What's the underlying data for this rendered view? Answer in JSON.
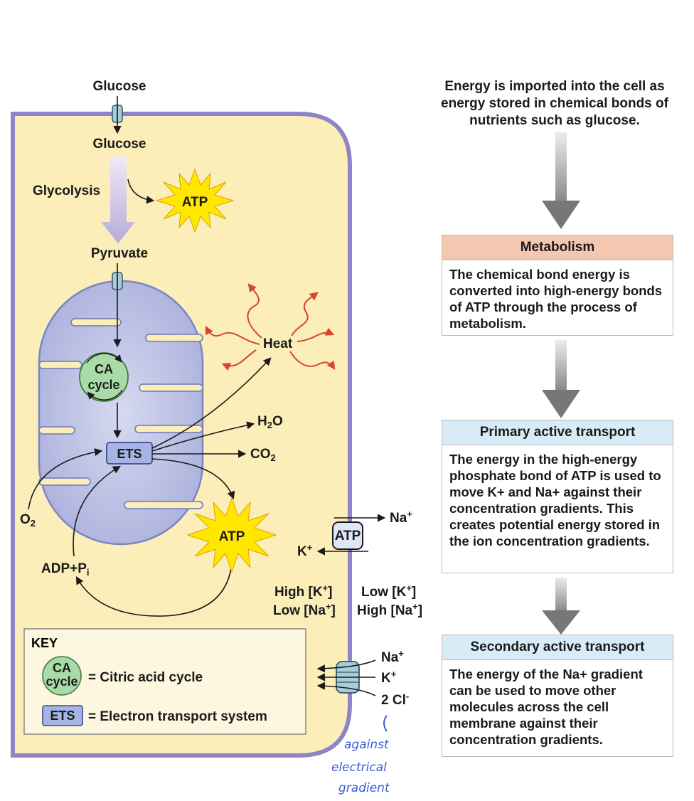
{
  "colors": {
    "cell_fill": "#fbeeb8",
    "membrane": "#8f84c4",
    "mito_fill": "#c7cbe8",
    "ca_fill": "#a9dba8",
    "ets_fill": "#a5b4e2",
    "atp_star": "#ffe700",
    "heat_arrow": "#d9442f",
    "metabolism_header": "#f4c8b0",
    "transport_header": "#d8ecf7",
    "annotation": "#3a5bd9"
  },
  "cell": {
    "glucose_out": "Glucose",
    "glucose_in": "Glucose",
    "glycolysis": "Glycolysis",
    "atp_glycolysis": "ATP",
    "pyruvate": "Pyruvate",
    "ca_line1": "CA",
    "ca_line2": "cycle",
    "ets": "ETS",
    "heat": "Heat",
    "h2o": "H",
    "h2o_sub": "2",
    "h2o_tail": "O",
    "co2": "CO",
    "co2_sub": "2",
    "o2": "O",
    "o2_sub": "2",
    "adp": "ADP+P",
    "adp_sub": "i",
    "atp_ets": "ATP",
    "pump_atp": "ATP",
    "pump_na": "Na",
    "pump_na_sup": "+",
    "pump_k": "K",
    "pump_k_sup": "+",
    "inside_k": "High [K",
    "inside_k_sup": "+",
    "inside_na": "Low [Na",
    "inside_na_sup": "+",
    "outside_k": "Low  [K",
    "outside_k_sup": "+",
    "outside_na": "High [Na",
    "outside_na_sup": "+",
    "cot_na": "Na",
    "cot_na_sup": "+",
    "cot_k": "K",
    "cot_k_sup": "+",
    "cot_cl": "2 Cl",
    "cot_cl_sup": "-"
  },
  "key": {
    "title": "KEY",
    "ca_line1": "CA",
    "ca_line2": "cycle",
    "ca_def": "= Citric acid cycle",
    "ets": "ETS",
    "ets_def": "= Electron transport system"
  },
  "annotation": {
    "line1": "against",
    "line2": "electrical",
    "line3": "gradient"
  },
  "flow": {
    "intro": "Energy is imported into the cell as energy stored in chemical bonds of nutrients such as glucose.",
    "metabolism": {
      "title": "Metabolism",
      "body": "The chemical bond energy is converted into high-energy bonds of ATP through the process of metabolism."
    },
    "primary": {
      "title": "Primary active transport",
      "body": "The energy in the high-energy phosphate bond of ATP is used to move K+ and Na+ against their concentration gradients. This creates potential energy stored in the ion concentration gradients."
    },
    "secondary": {
      "title": "Secondary active transport",
      "body": "The energy of the Na+ gradient can be used to move other molecules across the cell membrane against their concentration gradients."
    }
  }
}
